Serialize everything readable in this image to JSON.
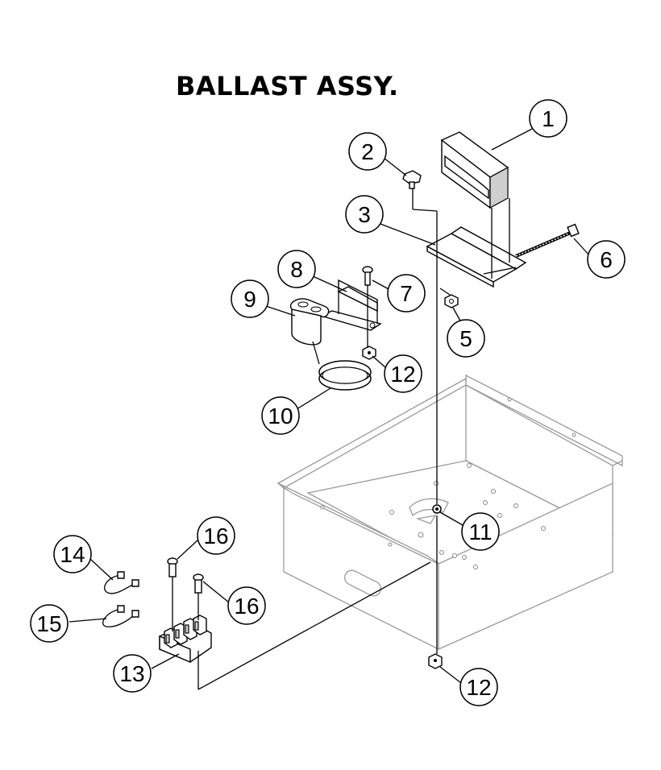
{
  "title": "BALLAST ASSY.",
  "callouts": [
    "1",
    "2",
    "3",
    "5",
    "6",
    "7",
    "8",
    "9",
    "10",
    "11",
    "12",
    "12",
    "13",
    "14",
    "15",
    "16",
    "16"
  ]
}
